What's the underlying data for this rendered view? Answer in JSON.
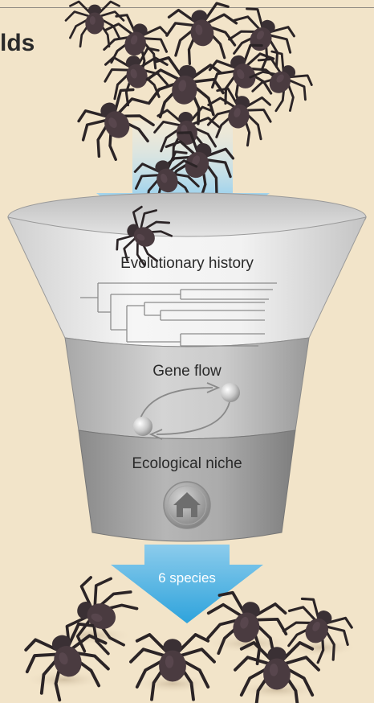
{
  "title_fragment": "lds",
  "stages": [
    {
      "label": "Evolutionary history",
      "icon": "phylogenetic-tree-icon"
    },
    {
      "label": "Gene flow",
      "icon": "gene-flow-cycle-icon"
    },
    {
      "label": "Ecological niche",
      "icon": "home-icon"
    }
  ],
  "output": {
    "label": "6 species"
  },
  "colors": {
    "background": "#f2e4c9",
    "arrow": "#3fa9dd",
    "funnel_top": "#e9e9e9",
    "funnel_middle": "#bdbdbd",
    "funnel_bottom": "#9d9d9d",
    "spider": "#2b2426"
  }
}
